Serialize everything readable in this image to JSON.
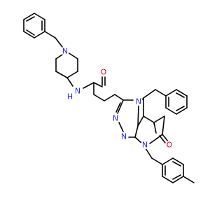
{
  "colors": {
    "carbon": "#000000",
    "nitrogen": "#1f2fe0",
    "oxygen": "#e3001b",
    "background": "#ffffff"
  },
  "atoms": {
    "n_piperidine": "N",
    "n_amide": "N",
    "h_amide": "H",
    "o_amide": "O",
    "n_triazole_top": "N",
    "n_triazole_left": "N",
    "n_triazole_bottom": "N",
    "n_quinazoline": "N",
    "o_lactam": "O"
  }
}
